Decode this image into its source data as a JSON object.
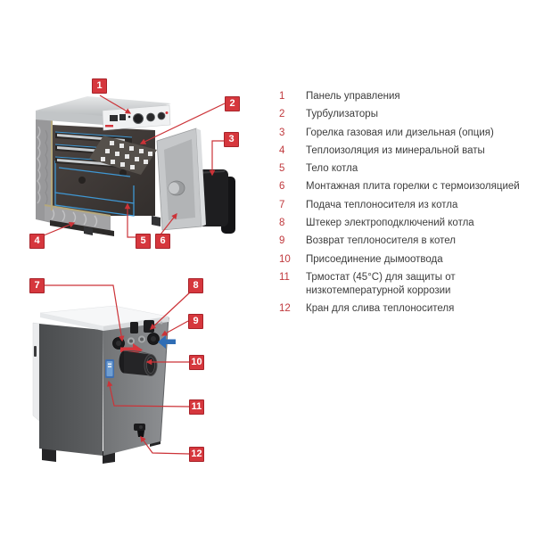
{
  "legend": {
    "items": [
      {
        "num": "1",
        "text": "Панель управления"
      },
      {
        "num": "2",
        "text": "Турбулизаторы"
      },
      {
        "num": "3",
        "text": "Горелка газовая или дизельная (опция)"
      },
      {
        "num": "4",
        "text": "Теплоизоляция из минеральной ваты"
      },
      {
        "num": "5",
        "text": "Тело котла"
      },
      {
        "num": "6",
        "text": "Монтажная плита горелки с термоизоляцией"
      },
      {
        "num": "7",
        "text": "Подача теплоносителя из котла"
      },
      {
        "num": "8",
        "text": "Штекер электроподключений котла"
      },
      {
        "num": "9",
        "text": "Возврат теплоносителя в котел"
      },
      {
        "num": "10",
        "text": "Присоединение дымоотвода"
      },
      {
        "num": "11",
        "text": "Трмостат (45°С) для защиты от низкотемпературной коррозии"
      },
      {
        "num": "12",
        "text": "Кран для слива теплоносителя"
      }
    ]
  },
  "callouts": [
    "1",
    "2",
    "3",
    "4",
    "5",
    "6",
    "7",
    "8",
    "9",
    "10",
    "11",
    "12"
  ],
  "icons": {
    "supply_flow": "red-arrow-right-icon",
    "return_flow": "blue-arrow-left-icon"
  },
  "colors": {
    "callout_red": "#d6373d",
    "callout_border": "#a8232a",
    "leader_red": "#cc3338",
    "legend_number_red": "#c0393d",
    "legend_text": "#3d3d3d",
    "flow_red": "#d6373d",
    "flow_blue": "#2f6db5",
    "pipe_blue": "#3f97d3"
  }
}
